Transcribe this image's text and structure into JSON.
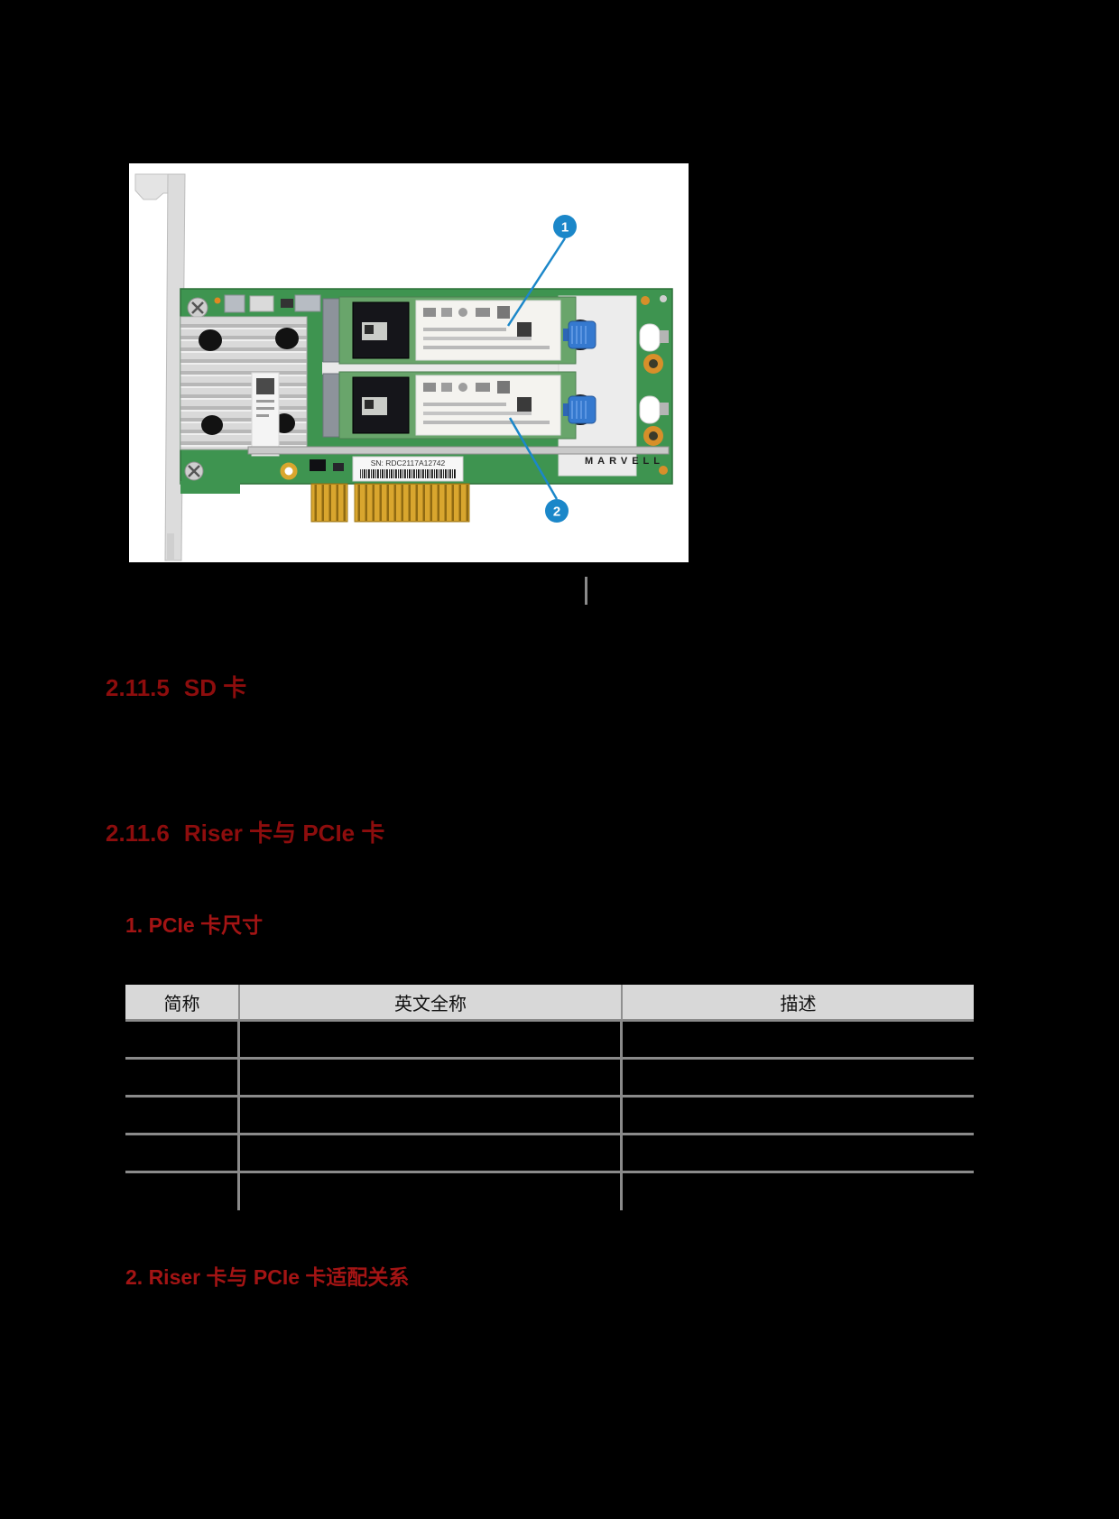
{
  "page": {
    "background": "#000000"
  },
  "figure": {
    "description": "Photo of a Marvell dual M.2 PCIe riser adapter card with two M.2 SSD modules, full-height bracket, finned heatsink and x8 gold edge connector, with callout markers 1 and 2 pointing at the two M.2 SSDs",
    "background": "#ffffff",
    "sn_label": "SN: RDC2117A12742",
    "brand": "MARVELL",
    "callouts": [
      {
        "label": "1"
      },
      {
        "label": "2"
      }
    ],
    "callout_color": "#1b87c9"
  },
  "sections": [
    {
      "number": "2.11.5",
      "title": "SD 卡"
    },
    {
      "number": "2.11.6",
      "title": "Riser 卡与 PCIe 卡"
    }
  ],
  "subsections": [
    {
      "label": "1. PCIe 卡尺寸"
    },
    {
      "label": "2. Riser 卡与 PCIe 卡适配关系"
    }
  ],
  "table": {
    "headers": [
      "简称",
      "英文全称",
      "描述"
    ],
    "rows": [
      [
        "",
        "",
        ""
      ],
      [
        "",
        "",
        ""
      ],
      [
        "",
        "",
        ""
      ],
      [
        "",
        "",
        ""
      ],
      [
        "",
        "",
        ""
      ]
    ]
  },
  "colors": {
    "section_heading_red": "#8d0d0d",
    "subheading_red": "#a31414",
    "table_header_bg": "#d8d8d8",
    "table_grid": "#8a8a8a",
    "callout_blue": "#1b87c9",
    "pcb_green": "#3e9450",
    "gold_connector": "#d9a62e"
  }
}
